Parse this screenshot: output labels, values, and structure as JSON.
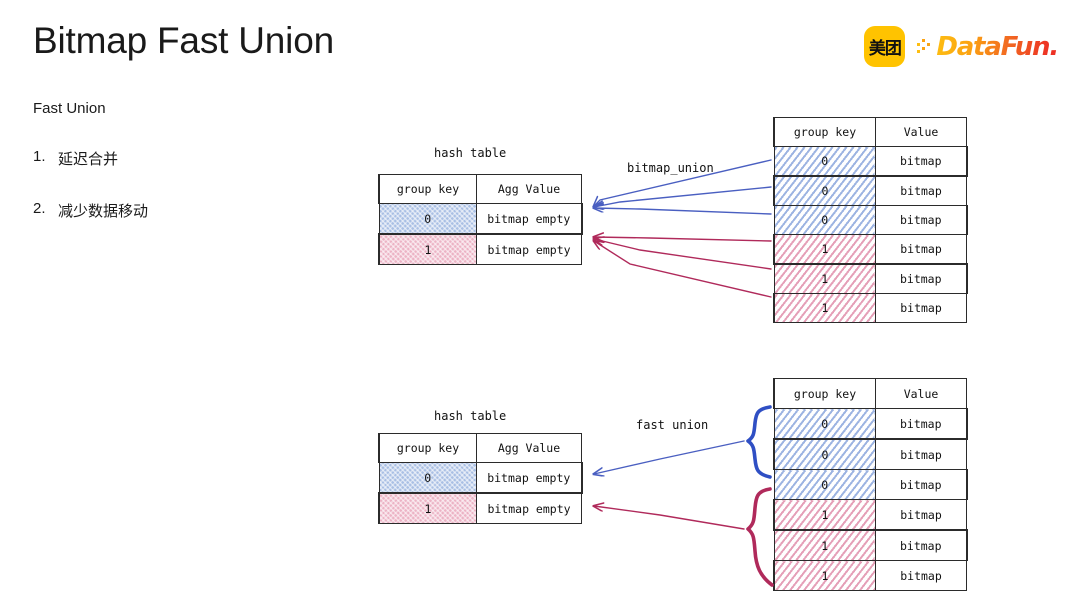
{
  "slide": {
    "title": "Bitmap Fast Union"
  },
  "branding": {
    "meituan_label": "美团",
    "datafun_label": "DataFun.",
    "datafun_dots_icon": "datafun-dots-icon"
  },
  "left_panel": {
    "lead": "Fast Union",
    "items": [
      {
        "marker": "1.",
        "text": "延迟合并"
      },
      {
        "marker": "2.",
        "text": "减少数据移动"
      }
    ]
  },
  "colors": {
    "blue_fill": "#a9bfe4",
    "pink_fill": "#ecb3c5",
    "blue_stroke": "#4a5fc1",
    "red_stroke": "#b02a5b",
    "meituan_yellow": "#FFC300",
    "border": "#2b2b2b"
  },
  "diagram_top": {
    "caption": "hash table",
    "arrow_label": "bitmap_union",
    "hash_table": {
      "headers": [
        "group key",
        "Agg Value"
      ],
      "rows": [
        {
          "key": "0",
          "value": "bitmap empty",
          "tone": "blue"
        },
        {
          "key": "1",
          "value": "bitmap empty",
          "tone": "pink"
        }
      ]
    },
    "source_table": {
      "headers": [
        "group key",
        "Value"
      ],
      "rows": [
        {
          "key": "0",
          "value": "bitmap",
          "tone": "blue"
        },
        {
          "key": "0",
          "value": "bitmap",
          "tone": "blue"
        },
        {
          "key": "0",
          "value": "bitmap",
          "tone": "blue"
        },
        {
          "key": "1",
          "value": "bitmap",
          "tone": "pink"
        },
        {
          "key": "1",
          "value": "bitmap",
          "tone": "pink"
        },
        {
          "key": "1",
          "value": "bitmap",
          "tone": "pink"
        }
      ]
    }
  },
  "diagram_bottom": {
    "caption": "hash table",
    "arrow_label": "fast union",
    "hash_table": {
      "headers": [
        "group key",
        "Agg Value"
      ],
      "rows": [
        {
          "key": "0",
          "value": "bitmap empty",
          "tone": "blue"
        },
        {
          "key": "1",
          "value": "bitmap empty",
          "tone": "pink"
        }
      ]
    },
    "source_table": {
      "headers": [
        "group key",
        "Value"
      ],
      "rows": [
        {
          "key": "0",
          "value": "bitmap",
          "tone": "blue"
        },
        {
          "key": "0",
          "value": "bitmap",
          "tone": "blue"
        },
        {
          "key": "0",
          "value": "bitmap",
          "tone": "blue"
        },
        {
          "key": "1",
          "value": "bitmap",
          "tone": "pink"
        },
        {
          "key": "1",
          "value": "bitmap",
          "tone": "pink"
        },
        {
          "key": "1",
          "value": "bitmap",
          "tone": "pink"
        }
      ]
    }
  }
}
